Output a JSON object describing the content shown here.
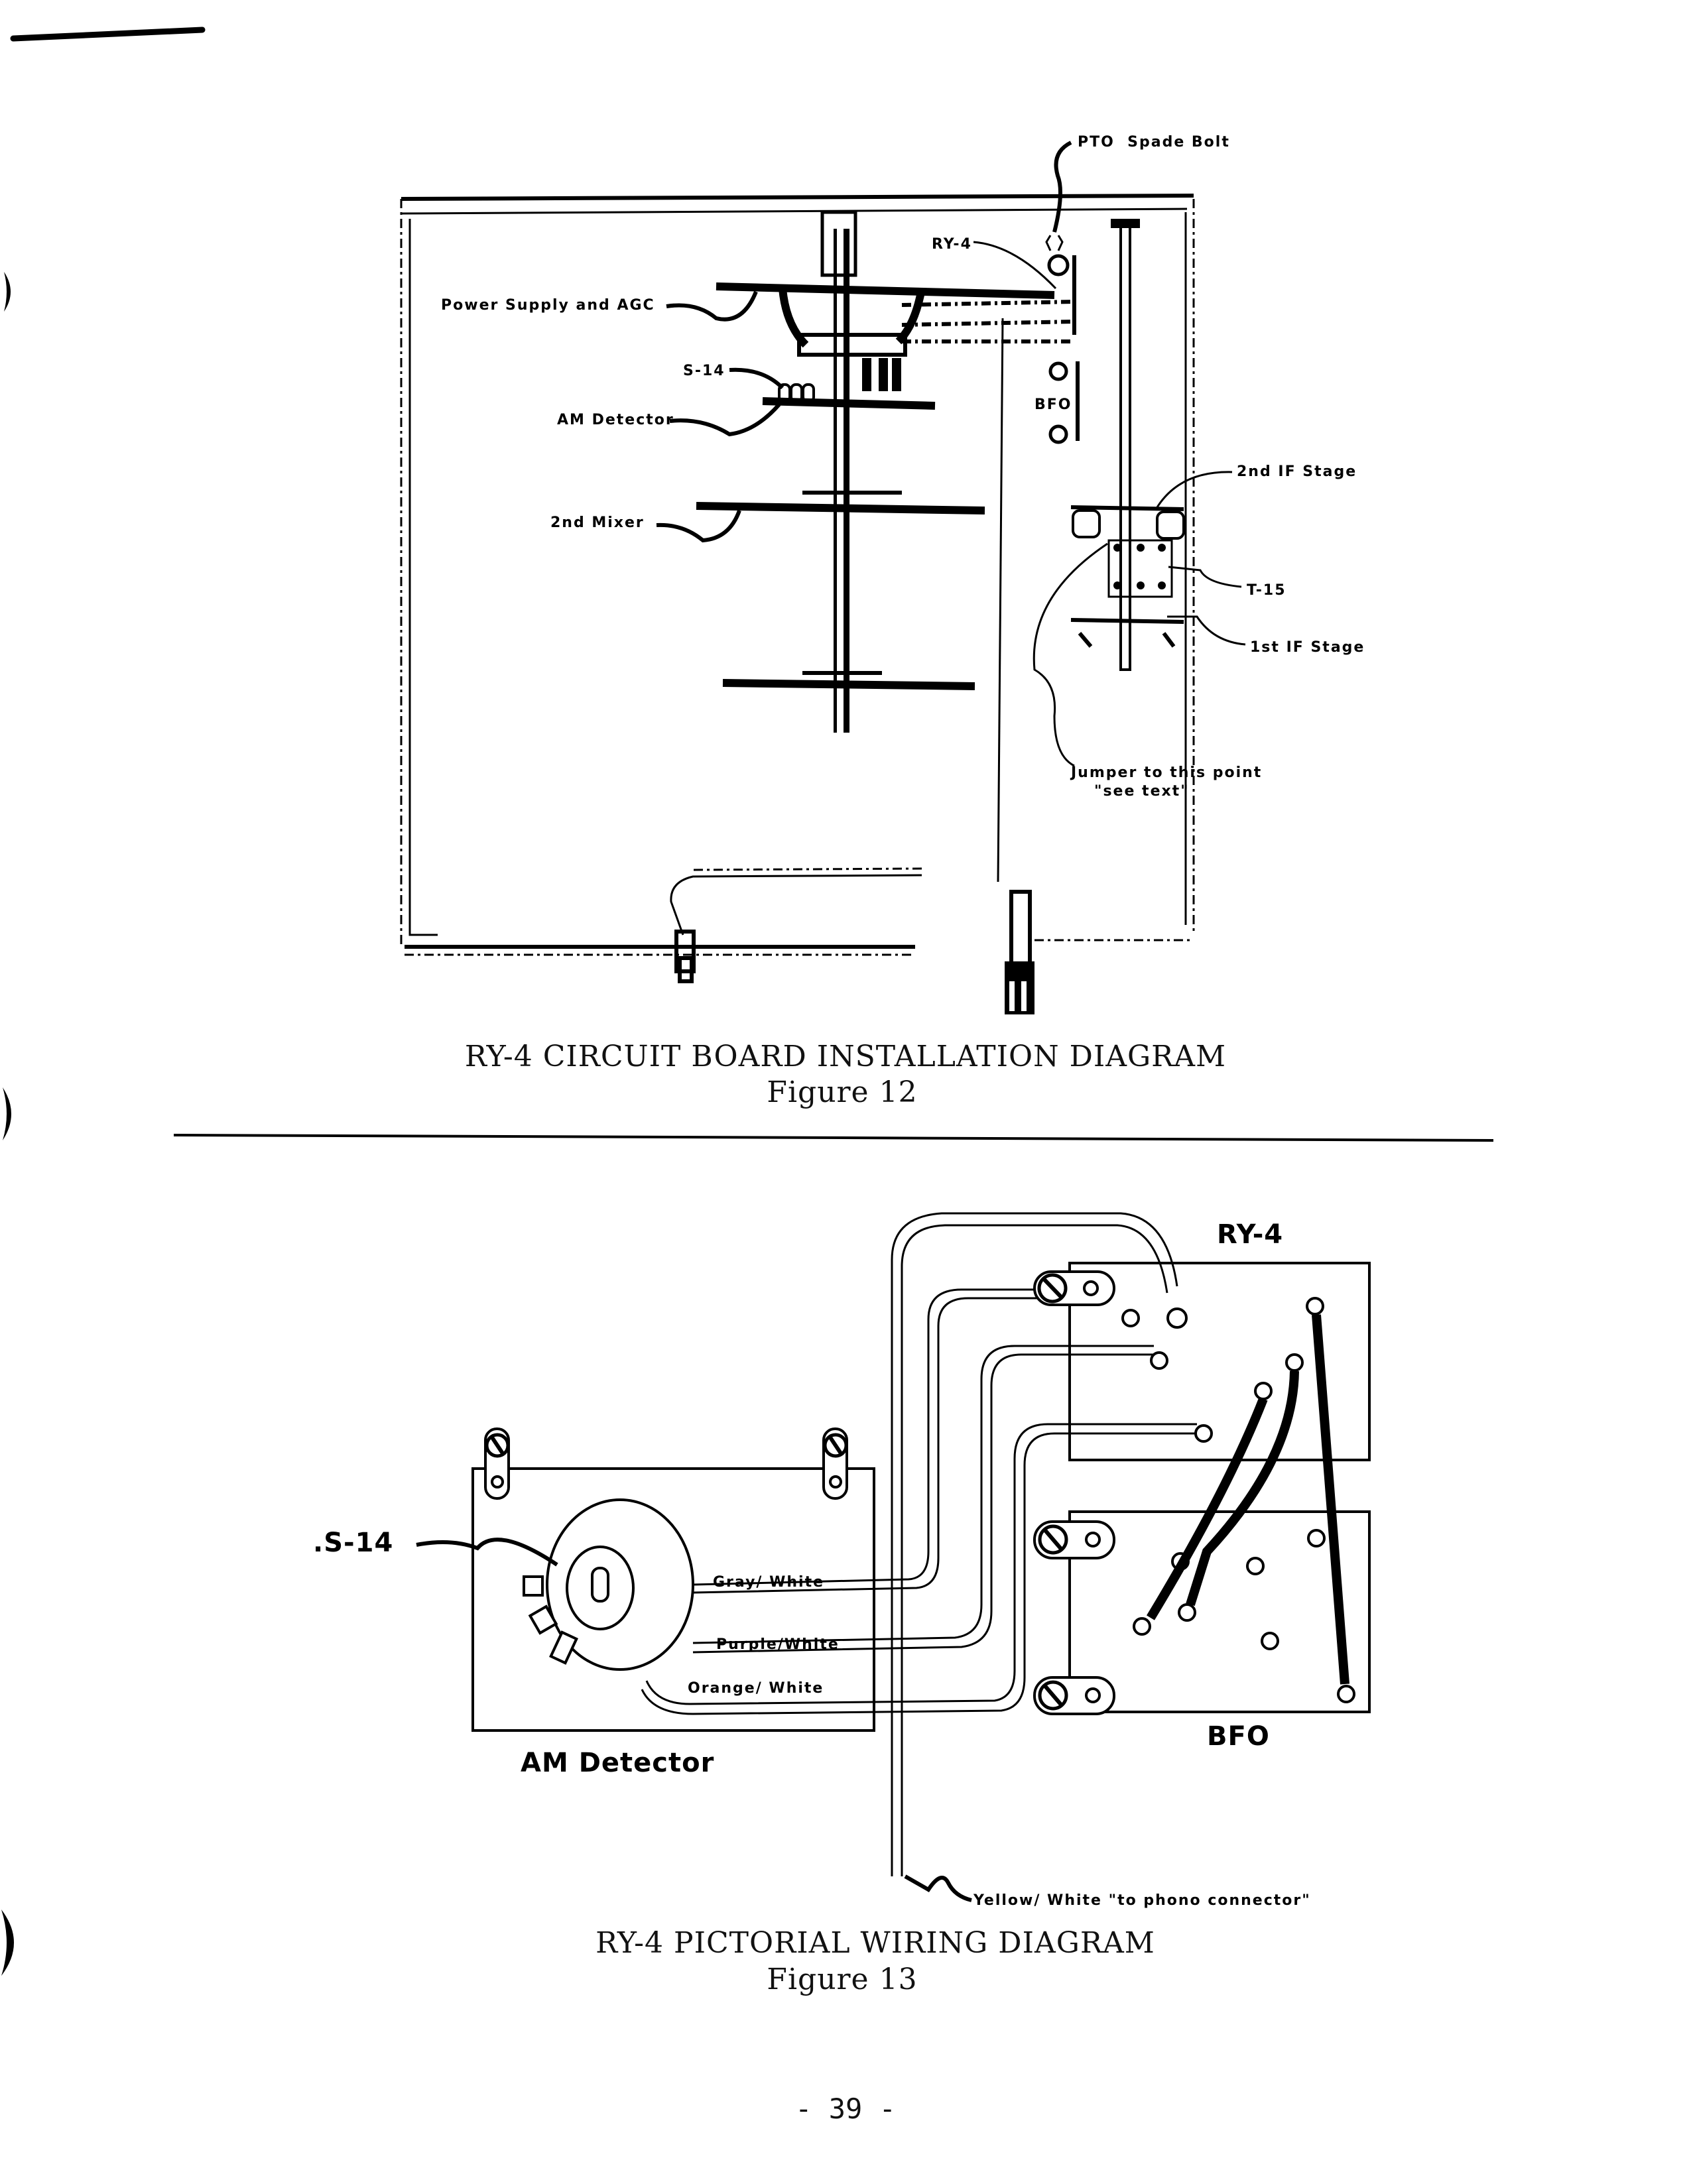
{
  "page": {
    "page_number": "- 39 -"
  },
  "figure12": {
    "caption_title": "RY-4 CIRCUIT BOARD INSTALLATION DIAGRAM",
    "caption_figure": "Figure 12",
    "labels": {
      "pto_spade_bolt": "PTO  Spade Bolt",
      "ry4": "RY-4",
      "power_supply_agc": "Power Supply and AGC",
      "s14": "S-14",
      "am_detector": "AM Detector",
      "bfo": "BFO",
      "second_mixer": "2nd Mixer",
      "second_if_stage": "2nd IF Stage",
      "t15": "T-15",
      "first_if_stage": "1st IF Stage",
      "jumper_line1": "Jumper to this point",
      "jumper_line2": "\"see text\""
    }
  },
  "figure13": {
    "caption_title": "RY-4 PICTORIAL WIRING DIAGRAM",
    "caption_figure": "Figure 13",
    "labels": {
      "ry4": "RY-4",
      "bfo": "BFO",
      "am_detector": "AM Detector",
      "s14": ".S-14",
      "gray_white": "Gray/ White",
      "purple_white": "Purple/White",
      "orange_white": "Orange/ White",
      "yellow_white": "Yellow/ White \"to phono connector\""
    }
  }
}
